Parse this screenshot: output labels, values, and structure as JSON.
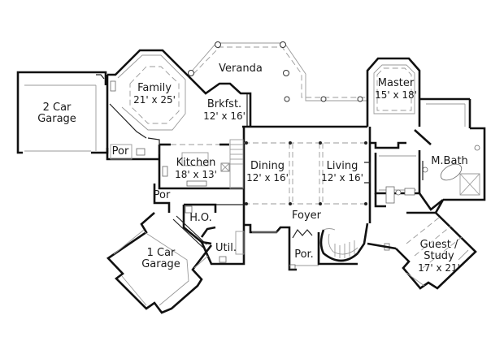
{
  "plan": {
    "background": "#ffffff",
    "wall_color": "#111111",
    "detail_color": "#9a9a9a",
    "rooms": [
      {
        "id": "two-car-garage",
        "name": "2 Car",
        "name2": "Garage",
        "dim": ""
      },
      {
        "id": "family",
        "name": "Family",
        "dim": "21' x 25'"
      },
      {
        "id": "veranda",
        "name": "Veranda",
        "dim": ""
      },
      {
        "id": "breakfast",
        "name": "Brkfst.",
        "dim": "12' x 16'"
      },
      {
        "id": "master",
        "name": "Master",
        "dim": "15' x 18'"
      },
      {
        "id": "kitchen",
        "name": "Kitchen",
        "dim": "18' x 13'"
      },
      {
        "id": "dining",
        "name": "Dining",
        "dim": "12' x 16'"
      },
      {
        "id": "living",
        "name": "Living",
        "dim": "12' x 16'"
      },
      {
        "id": "master-bath",
        "name": "M.Bath",
        "dim": ""
      },
      {
        "id": "porch-garage",
        "name": "Por",
        "dim": ""
      },
      {
        "id": "porch-side",
        "name": "Por",
        "dim": ""
      },
      {
        "id": "home-office",
        "name": "H.O.",
        "dim": ""
      },
      {
        "id": "foyer",
        "name": "Foyer",
        "dim": ""
      },
      {
        "id": "one-car-garage",
        "name": "1 Car",
        "name2": "Garage",
        "dim": ""
      },
      {
        "id": "utility",
        "name": "Util.",
        "dim": ""
      },
      {
        "id": "front-porch",
        "name": "Por.",
        "dim": ""
      },
      {
        "id": "guest-study",
        "name": "Guest /",
        "name2": "Study",
        "dim": "17' x 21'"
      }
    ]
  }
}
